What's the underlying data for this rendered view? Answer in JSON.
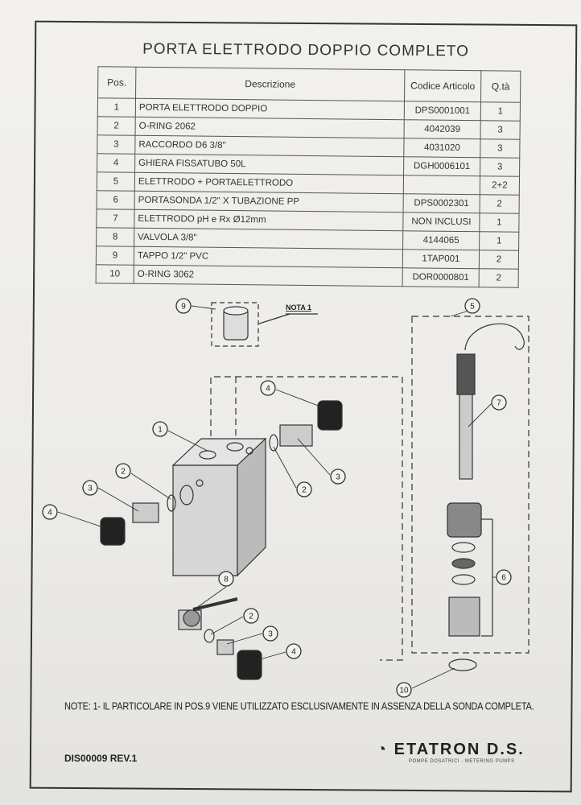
{
  "title": "PORTA ELETTRODO DOPPIO COMPLETO",
  "table": {
    "headers": {
      "pos": "Pos.",
      "desc": "Descrizione",
      "code": "Codice Articolo",
      "qty": "Q.tà"
    },
    "rows": [
      {
        "pos": "1",
        "desc": "PORTA ELETTRODO DOPPIO",
        "code": "DPS0001001",
        "qty": "1"
      },
      {
        "pos": "2",
        "desc": "O-RING 2062",
        "code": "4042039",
        "qty": "3"
      },
      {
        "pos": "3",
        "desc": "RACCORDO D6 3/8\"",
        "code": "4031020",
        "qty": "3"
      },
      {
        "pos": "4",
        "desc": "GHIERA FISSATUBO 50L",
        "code": "DGH0006101",
        "qty": "3"
      },
      {
        "pos": "5",
        "desc": "ELETTRODO + PORTAELETTRODO",
        "code": "",
        "qty": "2+2"
      },
      {
        "pos": "6",
        "desc": "PORTASONDA 1/2\" X TUBAZIONE PP",
        "code": "DPS0002301",
        "qty": "2"
      },
      {
        "pos": "7",
        "desc": "ELETTRODO pH e Rx Ø12mm",
        "code": "NON INCLUSI",
        "qty": "1"
      },
      {
        "pos": "8",
        "desc": "VALVOLA 3/8\"",
        "code": "4144065",
        "qty": "1"
      },
      {
        "pos": "9",
        "desc": "TAPPO 1/2\" PVC",
        "code": "1TAP001",
        "qty": "2"
      },
      {
        "pos": "10",
        "desc": "O-RING 3062",
        "code": "DOR0000801",
        "qty": "2"
      }
    ]
  },
  "drawing": {
    "nota_label": "NOTA 1",
    "callouts": [
      "9",
      "5",
      "4",
      "1",
      "7",
      "2",
      "3",
      "2",
      "3",
      "4",
      "6",
      "8",
      "2",
      "3",
      "4",
      "10"
    ]
  },
  "note": "NOTE: 1- IL PARTICOLARE IN POS.9 VIENE UTILIZZATO ESCLUSIVAMENTE IN ASSENZA DELLA SONDA COMPLETA.",
  "drawing_number": "DIS00009 REV.1",
  "logo": {
    "brand": "ETATRON D.S.",
    "tagline": "POMPE DOSATRICI - METERING PUMPS"
  }
}
